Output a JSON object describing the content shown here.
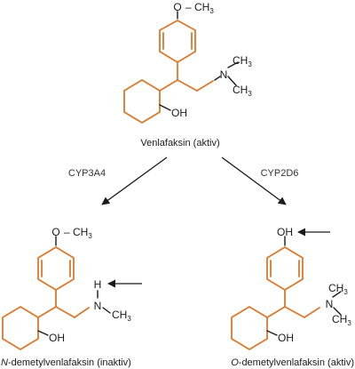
{
  "colors": {
    "skeleton": "#d9782d",
    "text": "#1a1a1a"
  },
  "molecules": {
    "parent": {
      "name": "Venlafaksin (aktiv)",
      "top_group": {
        "atom": "O",
        "dash": "–",
        "methyl": "CH",
        "sub": "3"
      },
      "amine": {
        "n": "N",
        "methyl1": "CH",
        "methyl1_sub": "3",
        "methyl2": "CH",
        "methyl2_sub": "3"
      },
      "hydroxyl": "OH"
    },
    "left": {
      "name_prefix": "N",
      "name_rest": "-demetylvenlafaksin (inaktiv)",
      "top_group": {
        "atom": "O",
        "dash": "–",
        "methyl": "CH",
        "sub": "3"
      },
      "amine": {
        "h": "H",
        "n": "N",
        "dash": "–",
        "methyl": "CH",
        "sub": "3"
      },
      "hydroxyl": "OH"
    },
    "right": {
      "name_prefix": "O",
      "name_rest": "-demetylvenlafaksin (aktiv)",
      "top_group": {
        "atom": "OH"
      },
      "amine": {
        "n": "N",
        "methyl1": "CH",
        "methyl1_sub": "3",
        "methyl2": "CH",
        "methyl2_sub": "3"
      },
      "hydroxyl": "OH"
    }
  },
  "enzymes": {
    "left": "CYP3A4",
    "right": "CYP2D6"
  }
}
